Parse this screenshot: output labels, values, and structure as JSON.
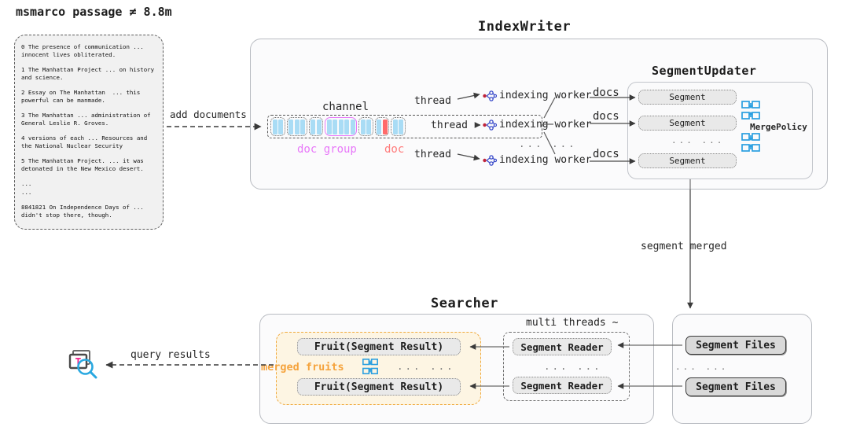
{
  "dataset": {
    "title": "msmarco passage ≠ 8.8m",
    "lines": [
      "0 The presence of communication ...\ninnocent lives obliterated.",
      "1 The Manhattan Project ... on history\nand science.",
      "2 Essay on The Manhattan  ... this\npowerful can be manmade.",
      "3 The Manhattan ... administration of\nGeneral Leslie R. Groves.",
      "4 versions of each ... Resources and\nthe National Nuclear Security",
      "5 The Manhattan Project. ... it was\ndetonated in the New Mexico desert.",
      "...",
      "...",
      "8841821 On Independence Days of ...\ndidn't stop there, though."
    ]
  },
  "index_writer": {
    "title": "IndexWriter",
    "add_documents_label": "add documents",
    "channel_label": "channel",
    "doc_group_label": "doc group",
    "doc_label": "doc",
    "threads": [
      "thread",
      "thread",
      "thread"
    ],
    "workers": [
      "indexing worker",
      "indexing worker",
      "indexing worker"
    ],
    "worker_ellipsis": "...  ...",
    "docs_labels": [
      "docs",
      "docs",
      "docs"
    ],
    "channel_groups": [
      {
        "bars": 2,
        "highlight": false,
        "red_index": -1
      },
      {
        "bars": 3,
        "highlight": false,
        "red_index": -1
      },
      {
        "bars": 2,
        "highlight": false,
        "red_index": -1
      },
      {
        "bars": 5,
        "highlight": true,
        "red_index": -1
      },
      {
        "bars": 2,
        "highlight": false,
        "red_index": -1
      },
      {
        "bars": 2,
        "highlight": false,
        "red_index": 1
      },
      {
        "bars": 2,
        "highlight": false,
        "red_index": -1
      }
    ]
  },
  "segment_updater": {
    "title": "SegmentUpdater",
    "segments": [
      "Segment",
      "Segment",
      "Segment"
    ],
    "segment_ellipsis": "...  ...",
    "merge_policy_label": "MergePolicy",
    "merge_icon_name": "merge-icon"
  },
  "segment_merged_label": "segment merged",
  "searcher": {
    "title": "Searcher",
    "merged_fruits_label": "merged fruits",
    "fruits": [
      "Fruit(Segment Result)",
      "Fruit(Segment Result)"
    ],
    "fruit_ellipsis": "...  ...",
    "multi_threads_label": "multi threads ~",
    "readers": [
      "Segment Reader",
      "Segment Reader"
    ],
    "reader_ellipsis": "...  ...",
    "files": [
      "Segment Files",
      "Segment Files"
    ],
    "files_ellipsis": "...  ...",
    "query_results_label": "query results",
    "query_icon_name": "document-search-icon"
  },
  "colors": {
    "doc_group_accent": "#e879f9",
    "doc_accent": "#ff6b6b",
    "merged_fruits_accent": "#f5a33c",
    "bar_blue": "#a9dcf5",
    "merge_icon_blue": "#2a9fe0"
  }
}
